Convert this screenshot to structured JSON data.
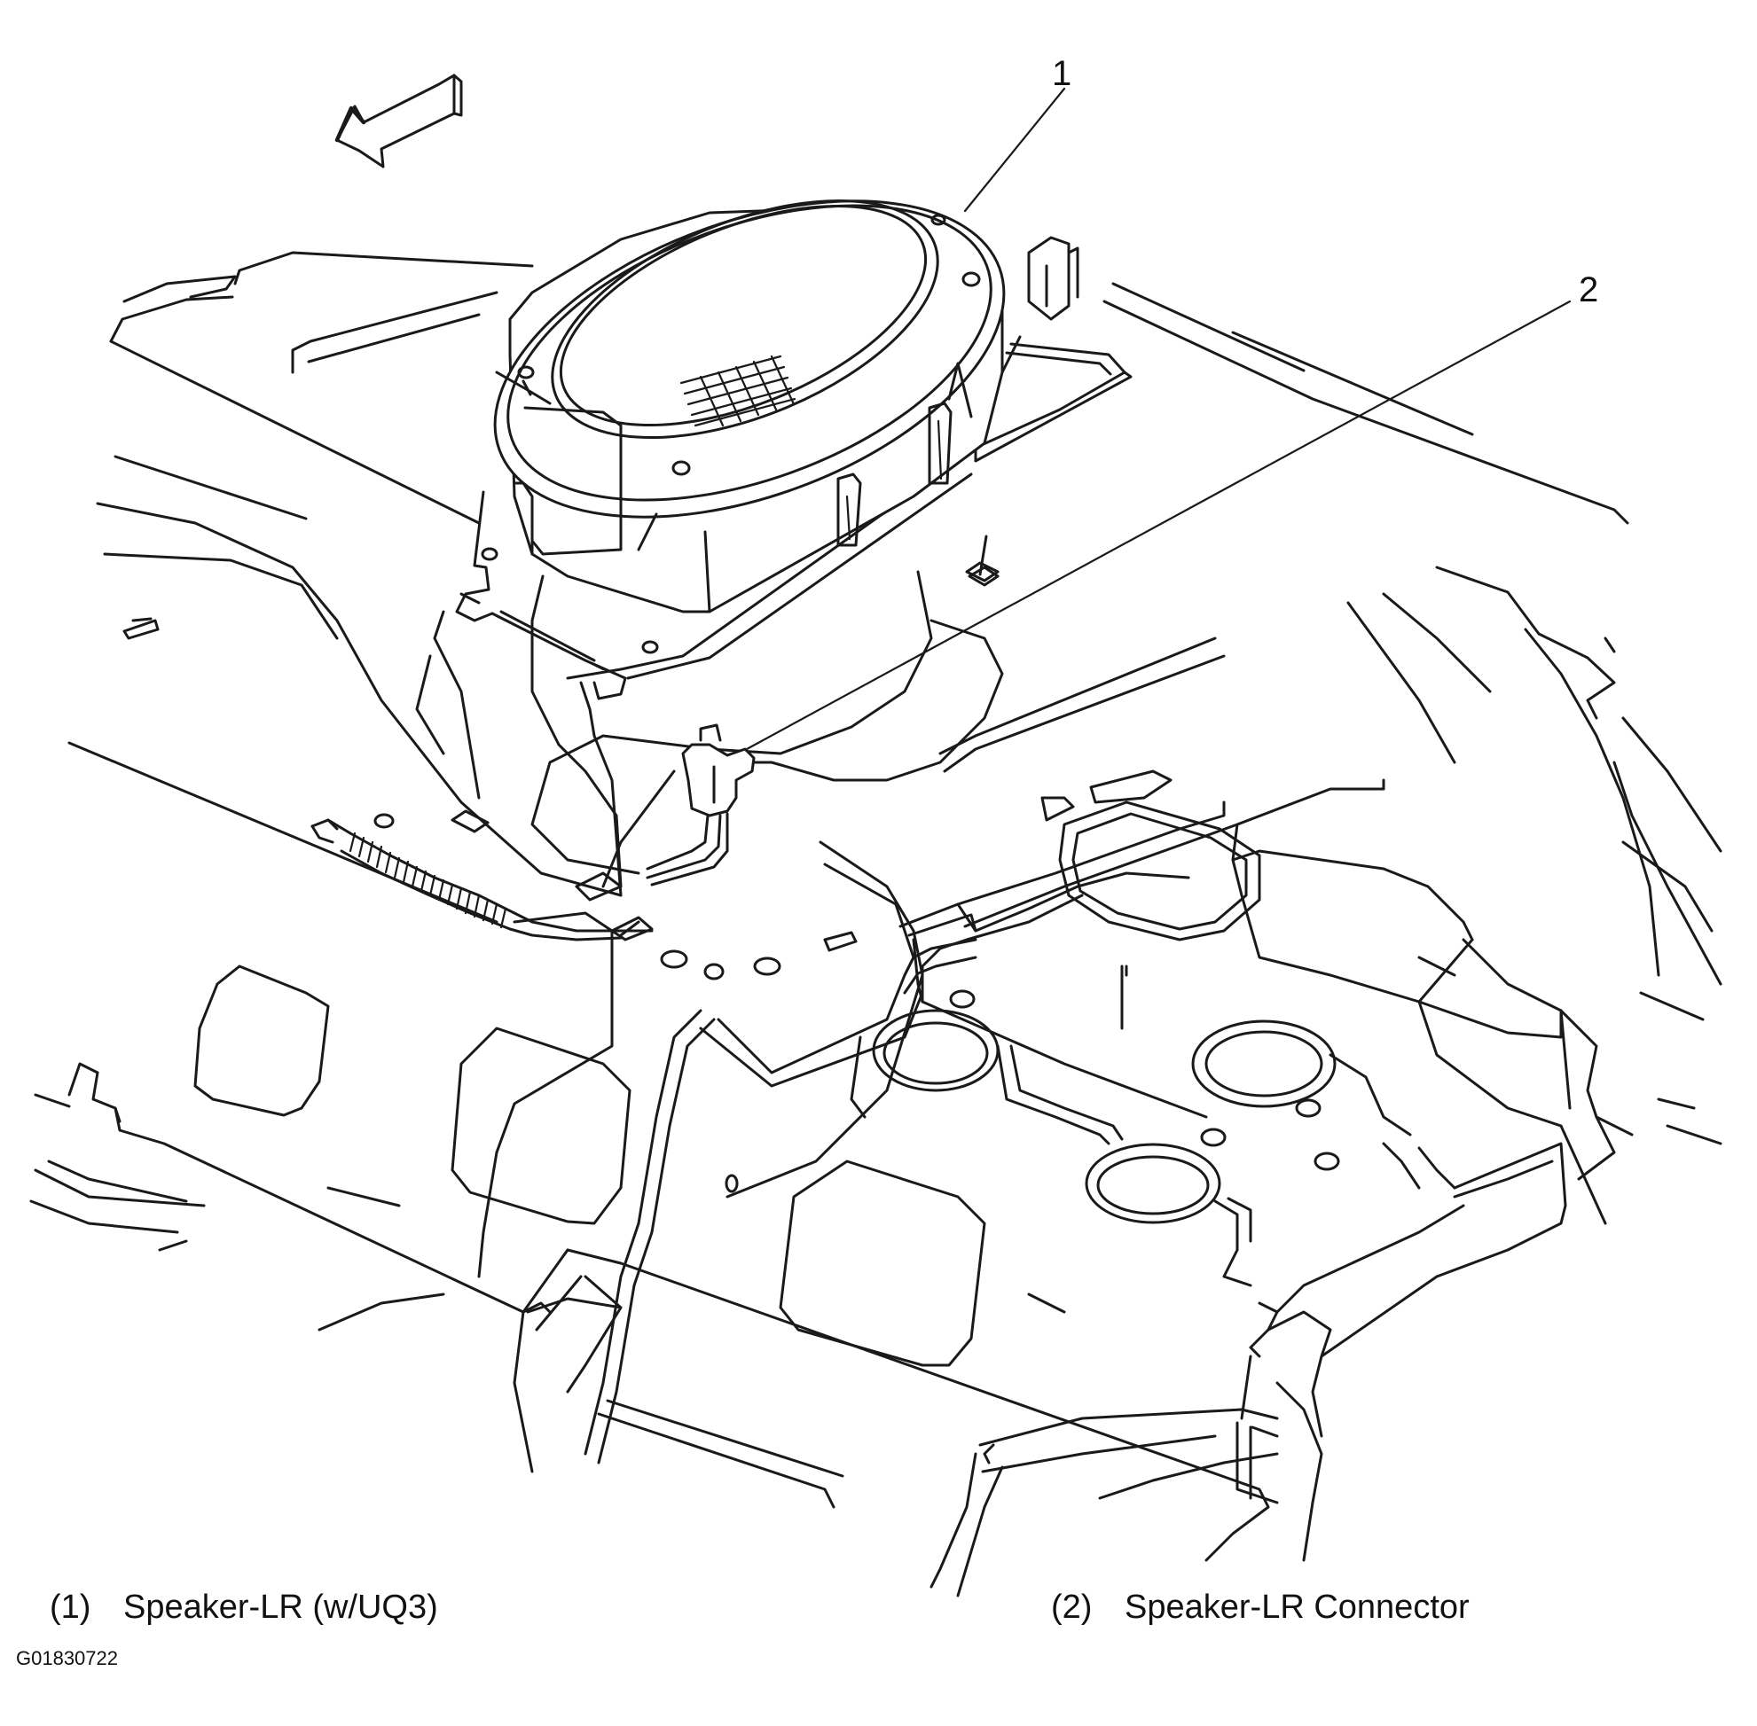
{
  "callouts": [
    {
      "number": "1",
      "label": "Speaker-LR (w/UQ3)"
    },
    {
      "number": "2",
      "label": "Speaker-LR Connector"
    }
  ],
  "legend": [
    {
      "number": "(1)",
      "label": "Speaker-LR (w/UQ3)"
    },
    {
      "number": "(2)",
      "label": "Speaker-LR Connector"
    }
  ],
  "figure_id": "G01830722"
}
